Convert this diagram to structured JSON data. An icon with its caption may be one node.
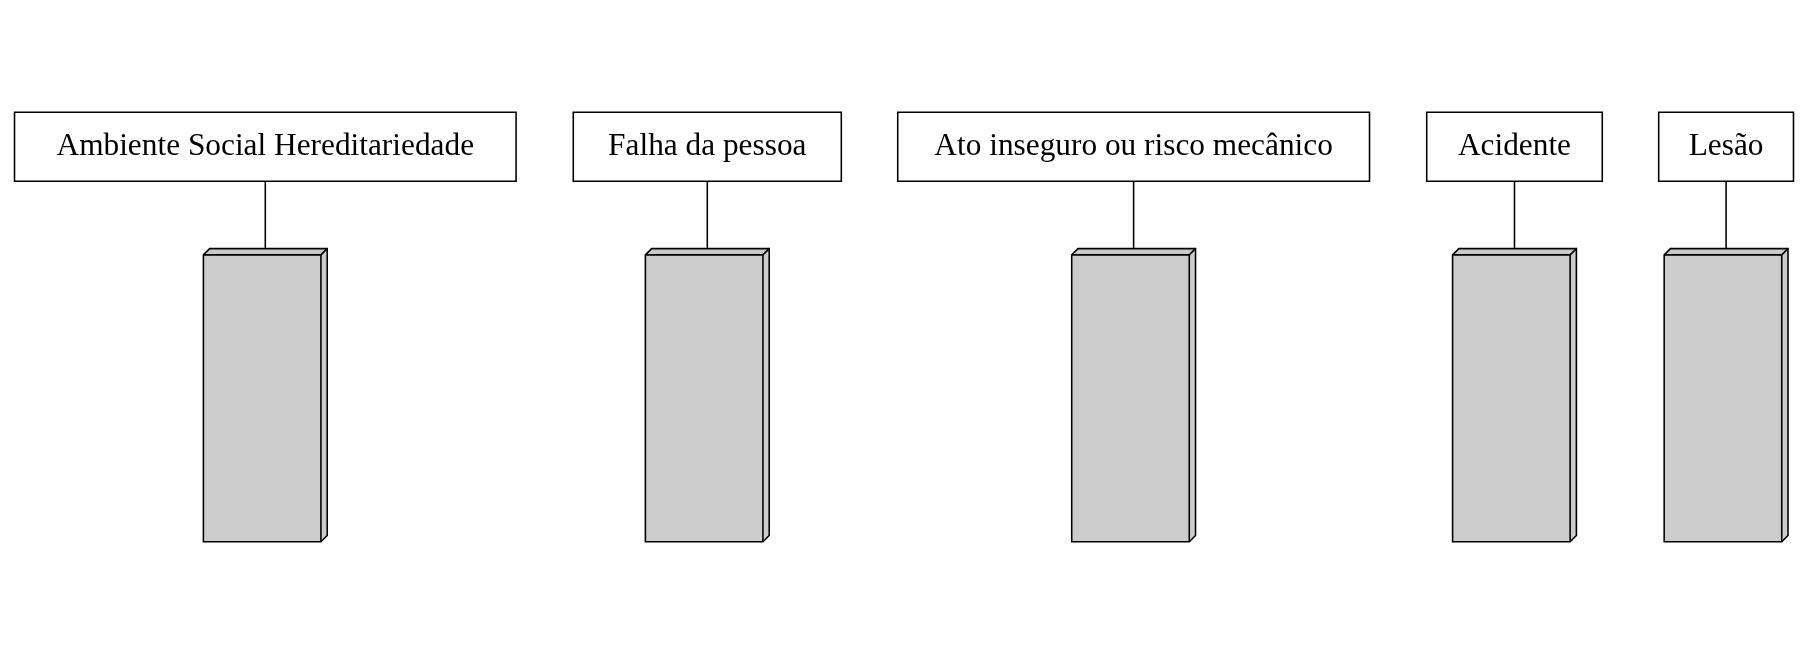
{
  "diagram": {
    "nodes": [
      {
        "text": [
          "Ambiente Social Hereditariedade"
        ]
      },
      {
        "text": [
          "Falha da pessoa"
        ]
      },
      {
        "text": [
          "Ato inseguro ou risco mecânico"
        ]
      },
      {
        "text": [
          "Acidente"
        ]
      },
      {
        "text": [
          "Lesão"
        ]
      },
      {
        "text": [],
        "shape": "box"
      },
      {
        "text": [],
        "shape": "box"
      },
      {
        "text": [],
        "shape": "box"
      },
      {
        "text": [],
        "shape": "box"
      },
      {
        "text": [],
        "shape": "box"
      }
    ],
    "edges": [
      {
        "from": 0,
        "to": 5,
        "arrow": "none"
      },
      {
        "from": 1,
        "to": 6,
        "arrow": "none"
      },
      {
        "from": 2,
        "to": 7,
        "arrow": "none"
      },
      {
        "from": 3,
        "to": 8,
        "arrow": "none"
      },
      {
        "from": 4,
        "to": 9,
        "arrow": "none"
      }
    ]
  }
}
